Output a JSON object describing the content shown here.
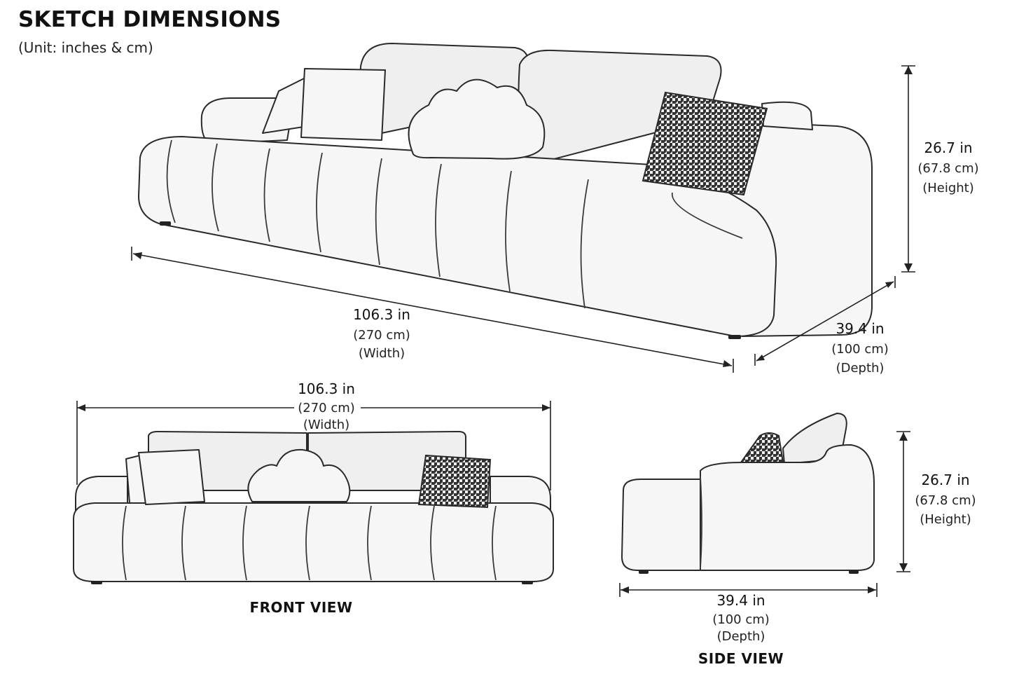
{
  "header": {
    "title": "SKETCH DIMENSIONS",
    "subtitle": "(Unit: inches & cm)"
  },
  "main_view": {
    "height": {
      "in": "26.7 in",
      "cm": "(67.8 cm)",
      "label": "(Height)"
    },
    "width": {
      "in": "106.3 in",
      "cm": "(270 cm)",
      "label": "(Width)"
    },
    "depth": {
      "in": "39.4 in",
      "cm": "(100 cm)",
      "label": "(Depth)"
    }
  },
  "front_view": {
    "title": "FRONT VIEW",
    "width": {
      "in": "106.3 in",
      "cm": "(270 cm)",
      "label": "(Width)"
    }
  },
  "side_view": {
    "title": "SIDE VIEW",
    "height": {
      "in": "26.7 in",
      "cm": "(67.8 cm)",
      "label": "(Height)"
    },
    "depth": {
      "in": "39.4 in",
      "cm": "(100 cm)",
      "label": "(Depth)"
    }
  },
  "colors": {
    "line": "#2a2a2a",
    "fill": "#f6f6f6",
    "houndstooth": "#333333"
  }
}
